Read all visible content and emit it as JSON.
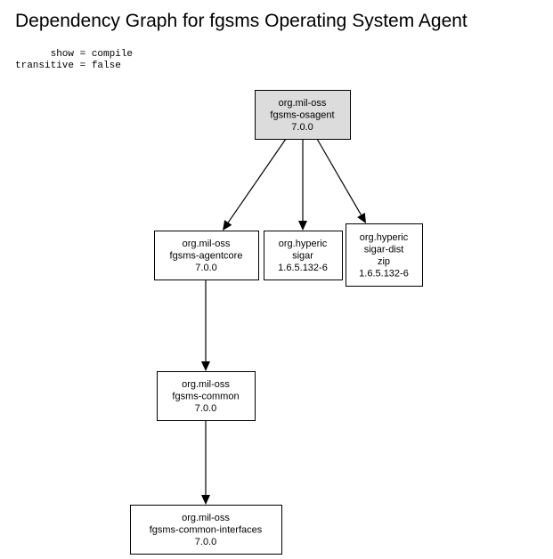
{
  "title": "Dependency Graph for fgsms Operating System Agent",
  "params": [
    "      show = compile",
    "transitive = false"
  ],
  "colors": {
    "root_fill": "#dcdcdc",
    "node_fill": "#ffffff",
    "stroke": "#000000"
  },
  "nodes": [
    {
      "id": "osagent",
      "lines": [
        "org.mil-oss",
        "fgsms-osagent",
        "7.0.0"
      ],
      "root": true
    },
    {
      "id": "agentcore",
      "lines": [
        "org.mil-oss",
        "fgsms-agentcore",
        "7.0.0"
      ]
    },
    {
      "id": "sigar",
      "lines": [
        "org.hyperic",
        "sigar",
        "1.6.5.132-6"
      ]
    },
    {
      "id": "sigar-dist",
      "lines": [
        "org.hyperic",
        "sigar-dist",
        "zip",
        "1.6.5.132-6"
      ]
    },
    {
      "id": "common",
      "lines": [
        "org.mil-oss",
        "fgsms-common",
        "7.0.0"
      ]
    },
    {
      "id": "common-interfaces",
      "lines": [
        "org.mil-oss",
        "fgsms-common-interfaces",
        "7.0.0"
      ]
    }
  ],
  "edges": [
    {
      "from": "osagent",
      "to": "agentcore"
    },
    {
      "from": "osagent",
      "to": "sigar"
    },
    {
      "from": "osagent",
      "to": "sigar-dist"
    },
    {
      "from": "agentcore",
      "to": "common"
    },
    {
      "from": "common",
      "to": "common-interfaces"
    }
  ]
}
